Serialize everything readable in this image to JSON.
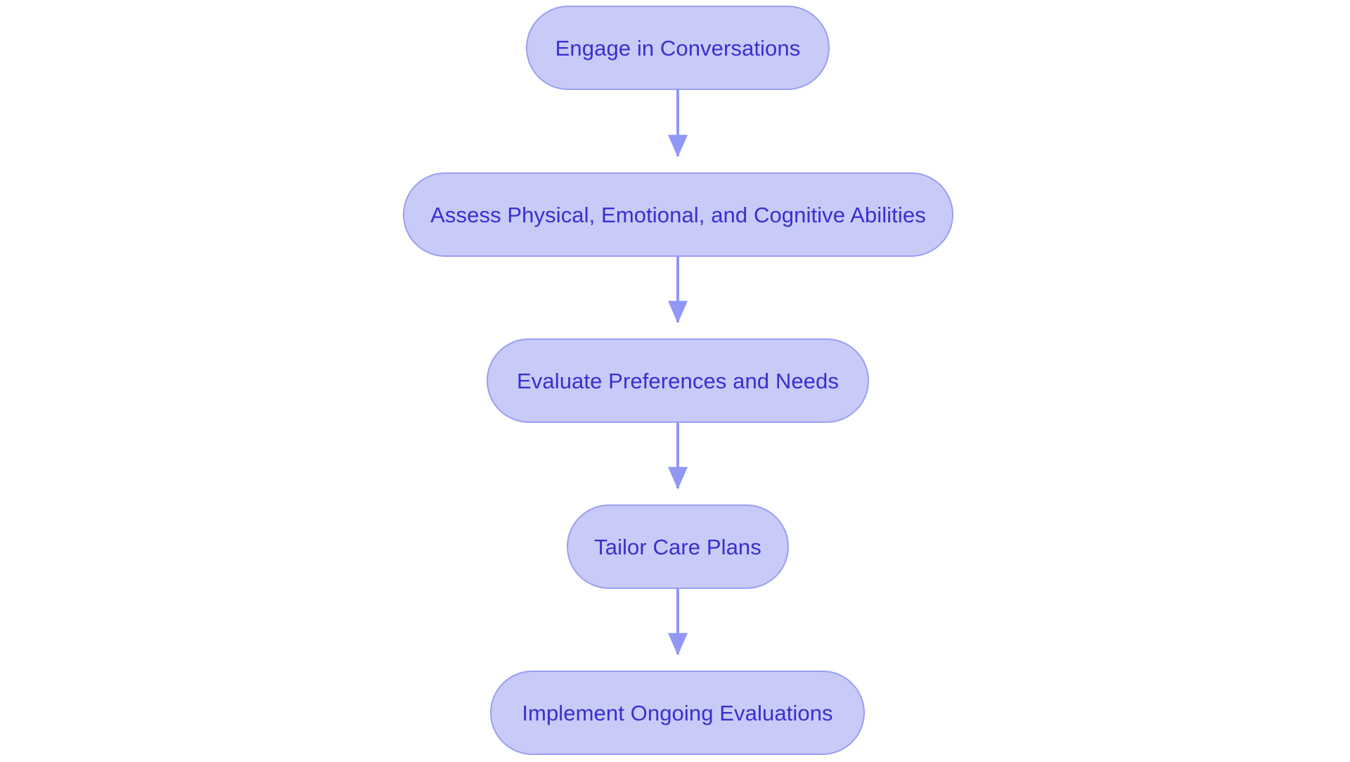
{
  "chart_data": {
    "type": "diagram",
    "diagram_type": "flowchart",
    "orientation": "top-to-bottom",
    "title": "",
    "background_color": "#ffffff",
    "node_style": {
      "shape": "stadium",
      "fill": "#c8caf8",
      "border": "#9b9ff2",
      "text_color": "#3730d0",
      "font_size": 31
    },
    "edge_style": {
      "color": "#9097f5",
      "stroke_width": 4,
      "arrowhead": "filled-triangle"
    },
    "nodes": [
      {
        "id": "n0",
        "label": "Engage in Conversations"
      },
      {
        "id": "n1",
        "label": "Assess Physical, Emotional, and Cognitive Abilities"
      },
      {
        "id": "n2",
        "label": "Evaluate Preferences and Needs"
      },
      {
        "id": "n3",
        "label": "Tailor Care Plans"
      },
      {
        "id": "n4",
        "label": "Implement Ongoing Evaluations"
      }
    ],
    "edges": [
      {
        "from": "n0",
        "to": "n1",
        "label": ""
      },
      {
        "from": "n1",
        "to": "n2",
        "label": ""
      },
      {
        "from": "n2",
        "to": "n3",
        "label": ""
      },
      {
        "from": "n3",
        "to": "n4",
        "label": ""
      }
    ]
  }
}
